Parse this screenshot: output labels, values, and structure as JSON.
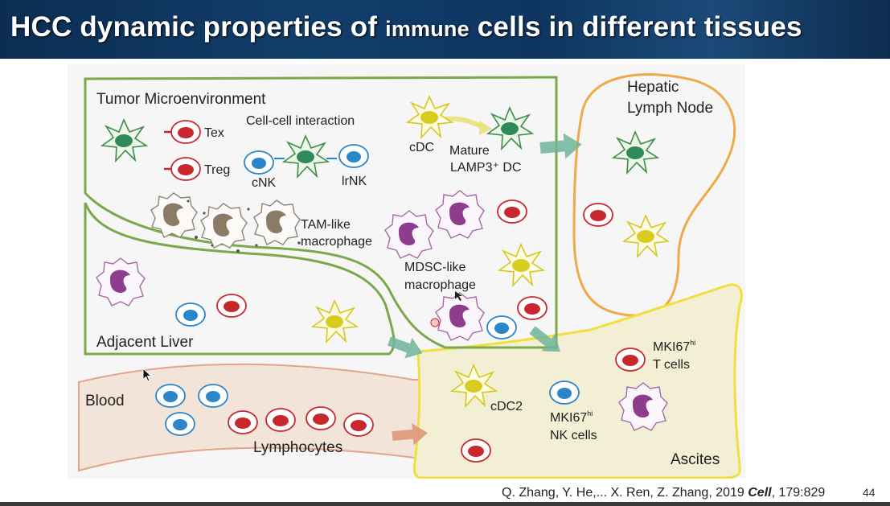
{
  "slide": {
    "title_part1": "HCC dynamic properties of ",
    "title_small": "immune",
    "title_part2": " cells in different tissues",
    "page_number": "44"
  },
  "citation": {
    "authors": "Q. Zhang, Y. He,... X. Ren, Z. Zhang, 2019 ",
    "journal": "Cell",
    "ref": ", 179:829"
  },
  "diagram": {
    "tumor_title": "Tumor Microenvironment",
    "tex": "Tex",
    "treg": "Treg",
    "cell_cell": "Cell-cell interaction",
    "cnk": "cNK",
    "irnk": "lrNK",
    "cdc": "cDC",
    "mature_line1": "Mature",
    "mature_line2": "LAMP3⁺ DC",
    "tam_line1": "TAM-like",
    "tam_line2": "macrophage",
    "mdsc_line1": "MDSC-like",
    "mdsc_line2": "macrophage",
    "hepatic_line1": "Hepatic",
    "hepatic_line2": "Lymph Node",
    "adjacent": "Adjacent Liver",
    "blood": "Blood",
    "lymphocytes": "Lymphocytes",
    "cdc2": "cDC2",
    "mki67_t_1": "MKI67",
    "mki67_t_sup": "hi",
    "mki67_t_2": "T cells",
    "mki67_nk_1": "MKI67",
    "mki67_nk_sup": "hi",
    "mki67_nk_2": "NK cells",
    "ascites": "Ascites"
  },
  "colors": {
    "banner": "#0e3560",
    "tumor_border": "#7aa84a",
    "hepatic_border": "#f0a94a",
    "ascites_border": "#f2de3c",
    "ascites_fill": "#f3efd4",
    "blood_fill": "#f2e3d6",
    "t_cell": "#c8282d",
    "nk_cell": "#2a86c8",
    "dc_cell": "#2e8b57",
    "cdc_yellow": "#d8cc1e",
    "macrophage": "#8e3c8e"
  }
}
